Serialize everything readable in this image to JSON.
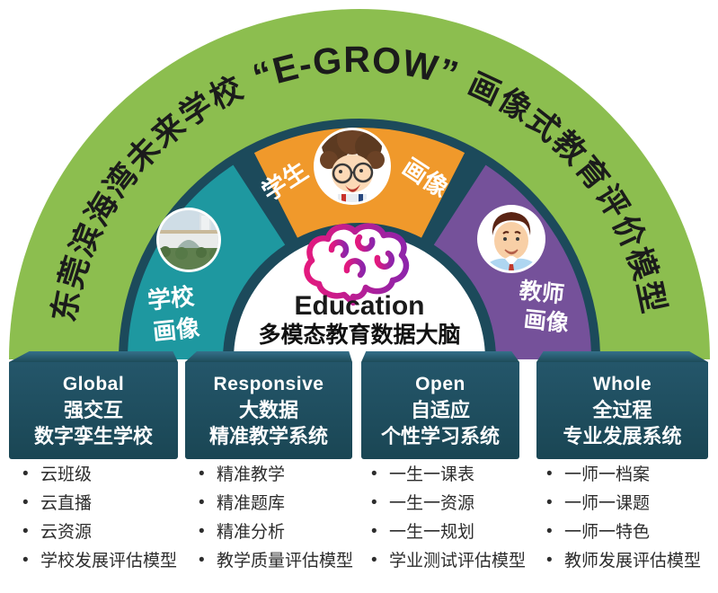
{
  "arch": {
    "title_left": "东莞滨海湾未来学校",
    "title_center": "“E-GROW”",
    "title_right": "画像式教育评价模型"
  },
  "hub": {
    "heading": "Education",
    "subheading": "多模态教育数据大脑"
  },
  "segments": {
    "school": {
      "line1": "学校",
      "line2": "画像",
      "color": "#1E98A0"
    },
    "student": {
      "left": "学生",
      "right": "画像",
      "color": "#F0992B"
    },
    "teacher": {
      "line1": "教师",
      "line2": "画像",
      "color": "#75519A"
    }
  },
  "colors": {
    "ring_green": "#8CBE4F",
    "dark_teal": "#1C4A5B",
    "brain_pink": "#E3197E",
    "brain_purple": "#8E24AA",
    "title_text": "#1b1b1b"
  },
  "pillars": [
    {
      "en": "Global",
      "zh_line1": "强交互",
      "zh_line2": "数字孪生学校",
      "items": [
        "云班级",
        "云直播",
        "云资源",
        "学校发展评估模型"
      ]
    },
    {
      "en": "Responsive",
      "zh_line1": "大数据",
      "zh_line2": "精准教学系统",
      "items": [
        "精准教学",
        "精准题库",
        "精准分析",
        "教学质量评估模型"
      ]
    },
    {
      "en": "Open",
      "zh_line1": "自适应",
      "zh_line2": "个性学习系统",
      "items": [
        "一生一课表",
        "一生一资源",
        "一生一规划",
        "学业测试评估模型"
      ]
    },
    {
      "en": "Whole",
      "zh_line1": "全过程",
      "zh_line2": "专业发展系统",
      "items": [
        "一师一档案",
        "一师一课题",
        "一师一特色",
        "教师发展评估模型"
      ]
    }
  ]
}
